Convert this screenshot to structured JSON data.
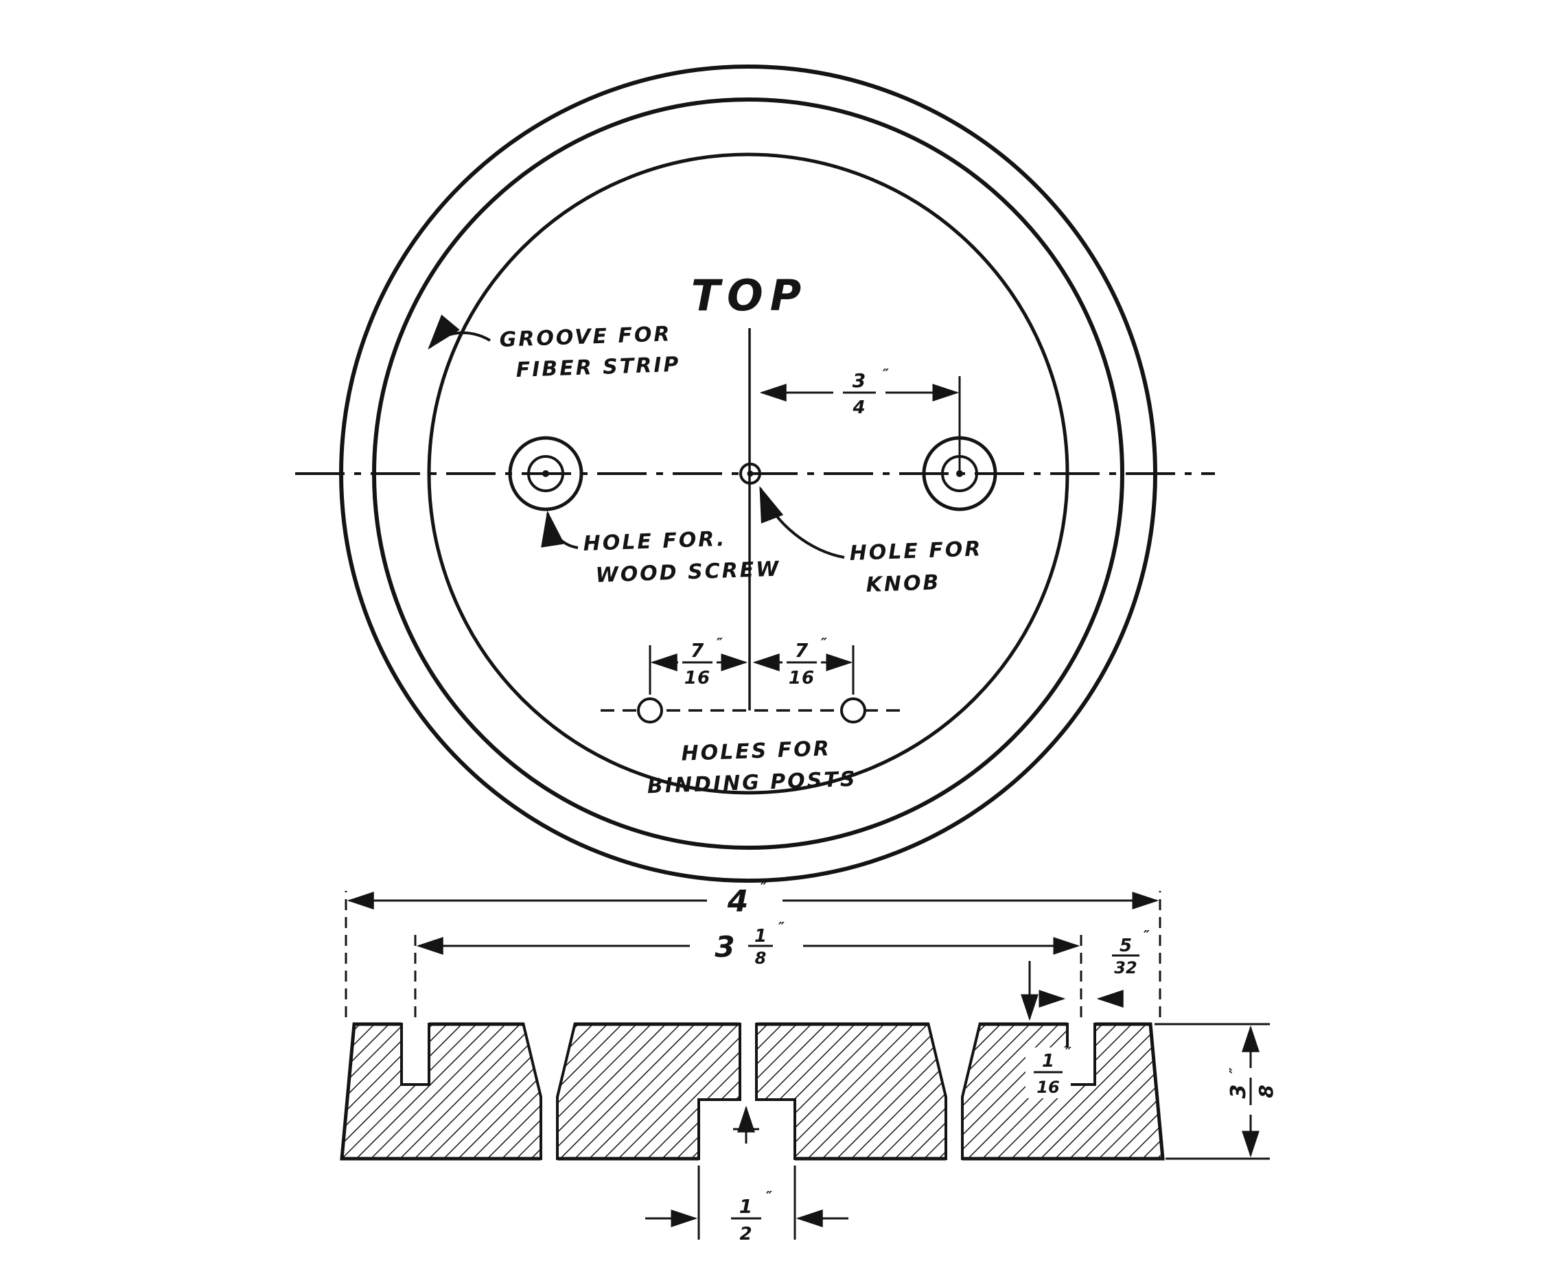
{
  "figure": {
    "view_title": "TOP",
    "labels": {
      "groove": [
        "GROOVE FOR",
        "FIBER STRIP"
      ],
      "wood_screw": [
        "HOLE FOR.",
        "WOOD SCREW"
      ],
      "knob": [
        "HOLE FOR",
        "KNOB"
      ],
      "binding_posts": [
        "HOLES FOR",
        "BINDING POSTS"
      ]
    },
    "dims": {
      "center_to_screw": {
        "n": "3",
        "d": "4",
        "u": "″"
      },
      "binding_left": {
        "n": "7",
        "d": "16",
        "u": "″"
      },
      "binding_right": {
        "n": "7",
        "d": "16",
        "u": "″"
      },
      "overall_diameter": {
        "v": "4",
        "u": "″"
      },
      "groove_circle_diameter": {
        "w": "3",
        "n": "1",
        "d": "8",
        "u": "″"
      },
      "groove_width": {
        "n": "5",
        "d": "32",
        "u": "″"
      },
      "groove_depth": {
        "n": "1",
        "d": "16",
        "u": "″"
      },
      "thickness": {
        "n": "3",
        "d": "8",
        "u": "″"
      },
      "recess_width": {
        "n": "1",
        "d": "2",
        "u": "″"
      }
    }
  }
}
